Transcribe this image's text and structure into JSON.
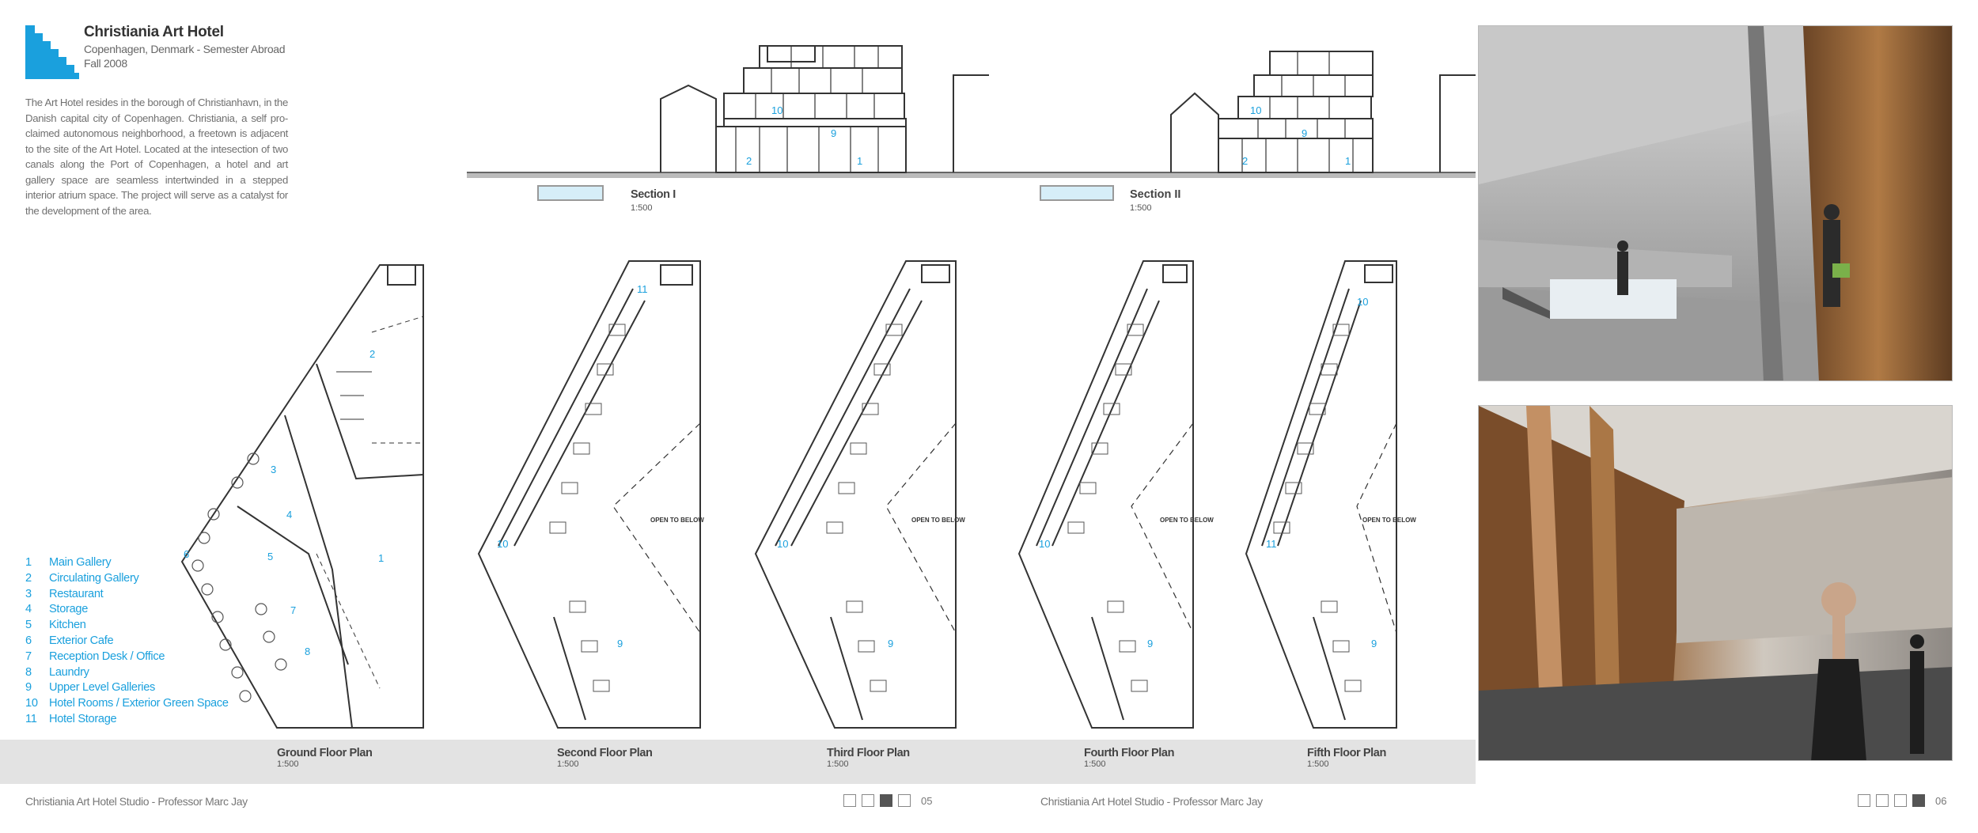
{
  "header": {
    "title": "Christiania Art Hotel",
    "subtitle": "Copenhagen, Denmark - Semester Abroad",
    "date": "Fall 2008"
  },
  "description": "The Art Hotel resides in the borough of Christianhavn, in the Danish capital city of Copenhagen. Christiania, a self pro-claimed autonomous neighborhood, a freetown is adjacent to the site of the Art Hotel. Located at the intesection of two canals along the Port of Copenhagen, a hotel and art gallery space are seamless intertwinded in a stepped interior atrium space. The project will serve as a catalyst for the development of the area.",
  "legend": [
    {
      "num": "1",
      "label": "Main Gallery"
    },
    {
      "num": "2",
      "label": "Circulating Gallery"
    },
    {
      "num": "3",
      "label": "Restaurant"
    },
    {
      "num": "4",
      "label": "Storage"
    },
    {
      "num": "5",
      "label": "Kitchen"
    },
    {
      "num": "6",
      "label": "Exterior Cafe"
    },
    {
      "num": "7",
      "label": "Reception Desk / Office"
    },
    {
      "num": "8",
      "label": "Laundry"
    },
    {
      "num": "9",
      "label": "Upper Level Galleries"
    },
    {
      "num": "10",
      "label": "Hotel Rooms / Exterior Green Space"
    },
    {
      "num": "11",
      "label": "Hotel Storage"
    }
  ],
  "sections": [
    {
      "label": "Section I",
      "scale": "1:500",
      "tags": [
        "10",
        "9",
        "2",
        "1"
      ]
    },
    {
      "label": "Section II",
      "scale": "1:500",
      "tags": [
        "10",
        "9",
        "2",
        "1"
      ]
    }
  ],
  "plans": [
    {
      "label": "Ground Floor Plan",
      "scale": "1:500",
      "tags": [
        "2",
        "3",
        "4",
        "5",
        "6",
        "7",
        "8",
        "1"
      ]
    },
    {
      "label": "Second Floor Plan",
      "scale": "1:500",
      "tags": [
        "11",
        "10",
        "9"
      ],
      "note": "OPEN TO BELOW"
    },
    {
      "label": "Third Floor Plan",
      "scale": "1:500",
      "tags": [
        "10",
        "9"
      ],
      "note": "OPEN TO BELOW"
    },
    {
      "label": "Fourth Floor Plan",
      "scale": "1:500",
      "tags": [
        "10",
        "9"
      ],
      "note": "OPEN TO BELOW"
    },
    {
      "label": "Fifth Floor Plan",
      "scale": "1:500",
      "tags": [
        "11",
        "10",
        "9"
      ],
      "note": "OPEN TO BELOW"
    }
  ],
  "footer": {
    "left_text": "Christiania Art Hotel Studio - Professor Marc Jay",
    "left_page": "05",
    "right_text": "Christiania Art Hotel Studio - Professor Marc Jay",
    "right_page": "06"
  },
  "colors": {
    "accent": "#1aa0dd",
    "band": "#e3e3e3",
    "text": "#555555",
    "water": "#d6eef8"
  },
  "renderings": [
    {
      "icon": "atrium-rendering-image"
    },
    {
      "icon": "gallery-rendering-image"
    }
  ]
}
